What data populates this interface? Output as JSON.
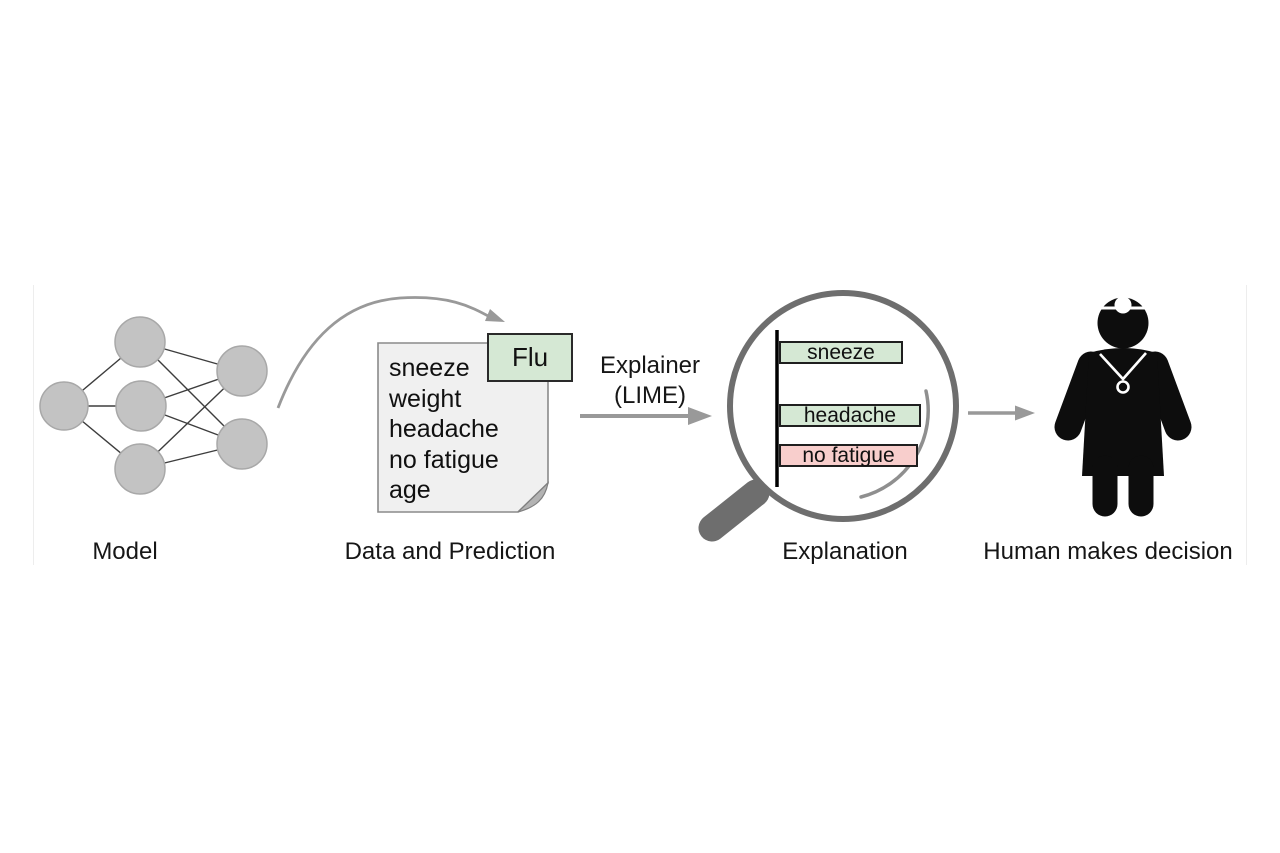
{
  "figure": {
    "model": {
      "label": "Model"
    },
    "data_and_prediction": {
      "label": "Data and Prediction",
      "note_lines": [
        "sneeze",
        "weight",
        "headache",
        "no fatigue",
        "age"
      ],
      "prediction_label": "Flu"
    },
    "explainer": {
      "line1": "Explainer",
      "line2": "(LIME)"
    },
    "explanation": {
      "label": "Explanation",
      "bars": [
        {
          "label": "sneeze",
          "sentiment": "supports-flu",
          "color": "#d5e8d4"
        },
        {
          "label": "headache",
          "sentiment": "supports-flu",
          "color": "#d5e8d4"
        },
        {
          "label": "no fatigue",
          "sentiment": "against-flu",
          "color": "#f8cecc"
        }
      ]
    },
    "human": {
      "label": "Human makes decision"
    },
    "colors": {
      "positive_green": "#d5e8d4",
      "negative_pink": "#f8cecc",
      "node_gray": "#c3c3c3",
      "arrow_gray": "#999999",
      "magnifier_gray": "#6e6e6e",
      "note_paper": "#f0f0f0",
      "prediction_green": "#d5e8d4"
    }
  }
}
